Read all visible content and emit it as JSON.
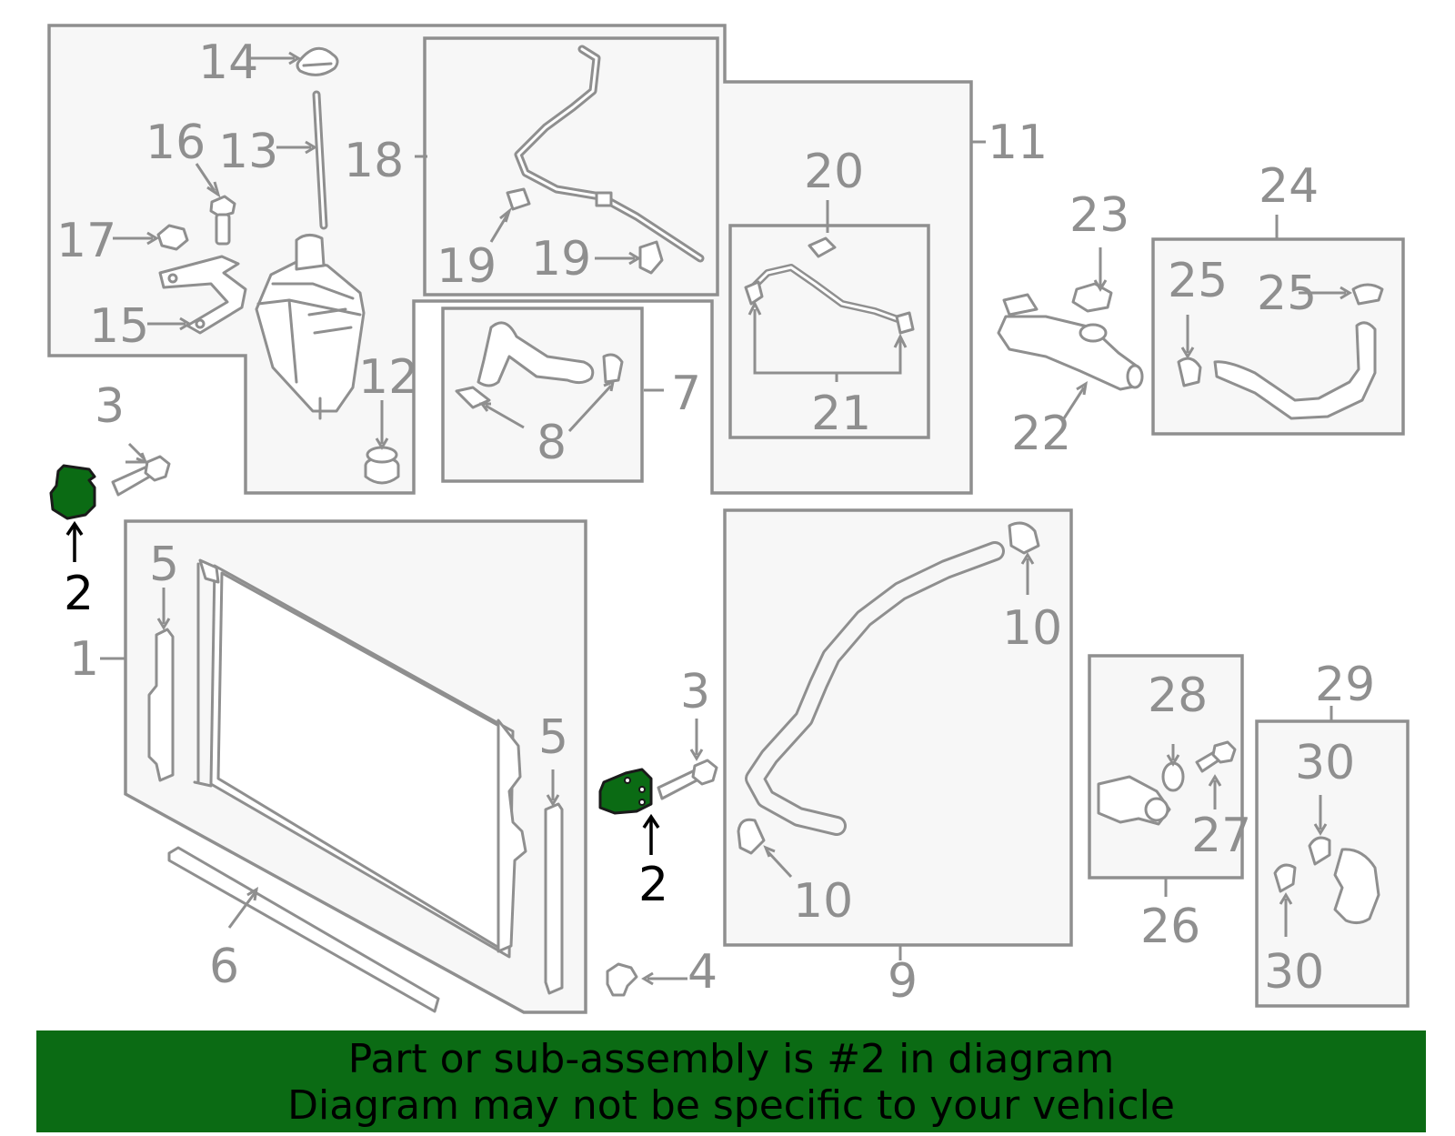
{
  "diagram": {
    "callouts": {
      "c1": "1",
      "c2a": "2",
      "c2b": "2",
      "c3a": "3",
      "c3b": "3",
      "c4": "4",
      "c5a": "5",
      "c5b": "5",
      "c6": "6",
      "c7": "7",
      "c8": "8",
      "c9": "9",
      "c10a": "10",
      "c10b": "10",
      "c11": "11",
      "c12": "12",
      "c13": "13",
      "c14": "14",
      "c15": "15",
      "c16": "16",
      "c17": "17",
      "c18": "18",
      "c19a": "19",
      "c19b": "19",
      "c20": "20",
      "c21": "21",
      "c22": "22",
      "c23": "23",
      "c24": "24",
      "c25a": "25",
      "c25b": "25",
      "c26": "26",
      "c27": "27",
      "c28": "28",
      "c29": "29",
      "c30a": "30",
      "c30b": "30"
    },
    "highlight_color": "#0b6b14",
    "line_color": "#8f8f8f"
  },
  "footer": {
    "line1": "Part or sub-assembly is #2 in diagram",
    "line2": "Diagram may not be specific to your vehicle"
  }
}
